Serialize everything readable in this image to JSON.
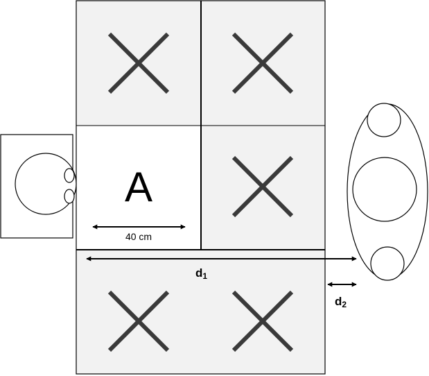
{
  "diagram": {
    "cell_a_label": "A",
    "width_measure": "40 cm",
    "distance_1": {
      "text": "d",
      "subscript": "1"
    },
    "distance_2": {
      "text": "d",
      "subscript": "2"
    },
    "colors": {
      "blocked_fill": "#f2f2f2",
      "cross_stroke": "#3a3a3a",
      "outline": "#000000",
      "background": "#ffffff"
    },
    "grid": {
      "rows": [
        [
          "blocked",
          "blocked"
        ],
        [
          "A",
          "blocked"
        ],
        [
          "blocked",
          "blocked"
        ]
      ]
    }
  }
}
